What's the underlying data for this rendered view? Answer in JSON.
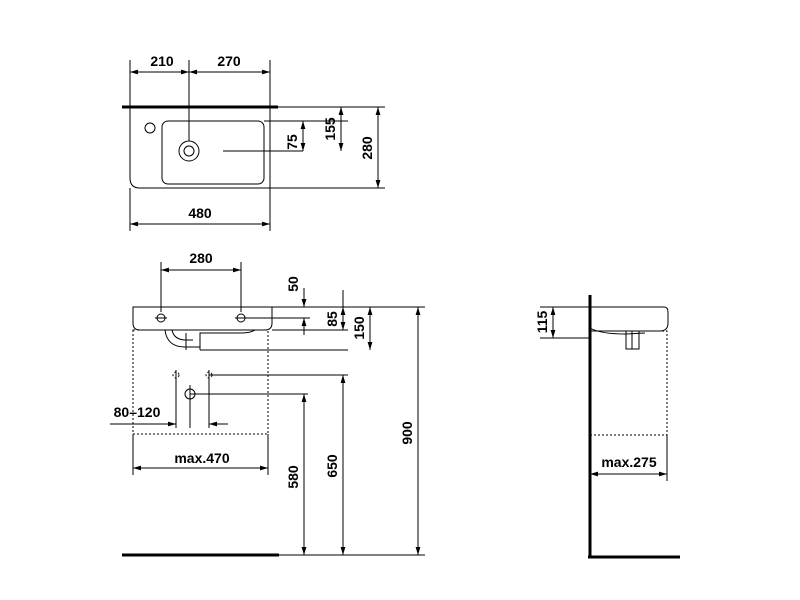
{
  "top_view": {
    "dims": {
      "left_offset": "210",
      "right_offset": "270",
      "width": "480",
      "bowl_depth": "75",
      "inner_depth": "155",
      "overall_depth": "280"
    }
  },
  "front_view": {
    "dims": {
      "hole_spacing": "280",
      "hole_height": "50",
      "rim_height": "85",
      "bowl_height": "150",
      "supply_spacing": "80–120",
      "max_width": "max.470",
      "supply_height": "580",
      "waste_height": "650",
      "rim_floor_height": "900"
    }
  },
  "side_view": {
    "dims": {
      "front_height": "115",
      "max_depth": "max.275"
    }
  }
}
